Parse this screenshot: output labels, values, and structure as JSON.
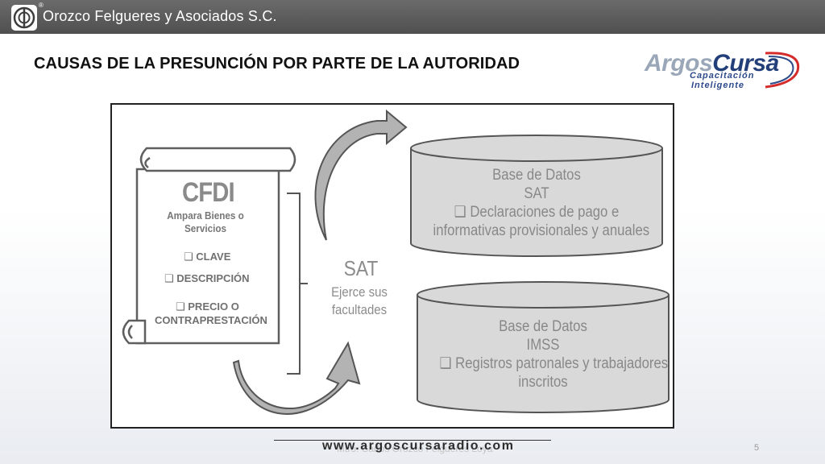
{
  "header": {
    "company": "Orozco Felgueres y Asociados S.C.",
    "registered_mark": "®",
    "bar_color": "#5a5a5a"
  },
  "slide": {
    "title": "CAUSAS DE LA PRESUNCIÓN POR PARTE DE LA AUTORIDAD",
    "page_number": "5"
  },
  "brand": {
    "name_part1": "Argos",
    "name_part2": "Cursa",
    "tagline1": "Capacitación",
    "tagline2": "Inteligente"
  },
  "diagram": {
    "cfdi": {
      "title": "CFDI",
      "subtitle": "Ampara Bienes o Servicios",
      "items": [
        "❑ CLAVE",
        "❑ DESCRIPCIÓN",
        "❑ PRECIO O",
        "CONTRAPRESTACIÓN"
      ]
    },
    "sat": {
      "label": "SAT",
      "description": "Ejerce sus facultades"
    },
    "db_sat": {
      "line1": "Base de Datos",
      "line2": "SAT",
      "line3": "❑ Declaraciones de pago e",
      "line4": "informativas provisionales y anuales"
    },
    "db_imss": {
      "line1": "Base de Datos",
      "line2": "IMSS",
      "line3": "❑ Registros patronales y trabajadores",
      "line4": "inscritos"
    },
    "cylinder_fill": "#d9d9d9",
    "arrow_fill": "#b3b3b3"
  },
  "footer": {
    "url": "www.argoscursaradio.com",
    "ghost_text": "Mtro. Carlos Orozco Felgueres Loya"
  }
}
